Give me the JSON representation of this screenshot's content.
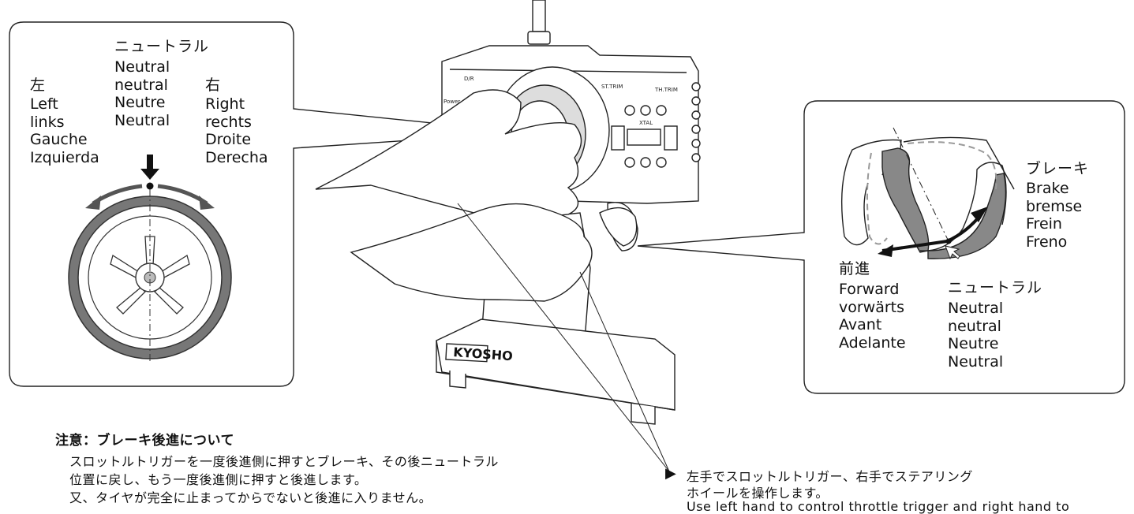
{
  "steering": {
    "neutral_jp": "ニュートラル",
    "neutral": [
      "Neutral",
      "neutral",
      "Neutre",
      "Neutral"
    ],
    "left_jp": "左",
    "left": [
      "Left",
      "links",
      "Gauche",
      "Izquierda"
    ],
    "right_jp": "右",
    "right": [
      "Right",
      "rechts",
      "Droite",
      "Derecha"
    ]
  },
  "throttle": {
    "brake_jp": "ブレーキ",
    "brake": [
      "Brake",
      "bremse",
      "Frein",
      "Freno"
    ],
    "forward_jp": "前進",
    "forward": [
      "Forward",
      "vorwärts",
      "Avant",
      "Adelante"
    ],
    "neutral_jp": "ニュートラル",
    "neutral": [
      "Neutral",
      "neutral",
      "Neutre",
      "Neutral"
    ]
  },
  "transmitter": {
    "brand": "KYOSHO",
    "labels": {
      "dr": "D/R",
      "st_trim": "ST.TRIM",
      "th_trim": "TH.TRIM",
      "xtal": "XTAL",
      "power": "Power"
    }
  },
  "note": {
    "title": "注意：ブレーキ後進について",
    "lines": [
      "スロットルトリガーを一度後進側に押すとブレーキ、その後ニュートラル",
      "位置に戻し、もう一度後進側に押すと後進します。",
      "又、タイヤが完全に止まってからでないと後進に入りません。"
    ]
  },
  "operation": {
    "marker": "▶",
    "lines": [
      "左手でスロットルトリガー、右手でステアリング",
      "ホイールを操作します。",
      "Use left hand to control throttle trigger and right hand to"
    ]
  }
}
